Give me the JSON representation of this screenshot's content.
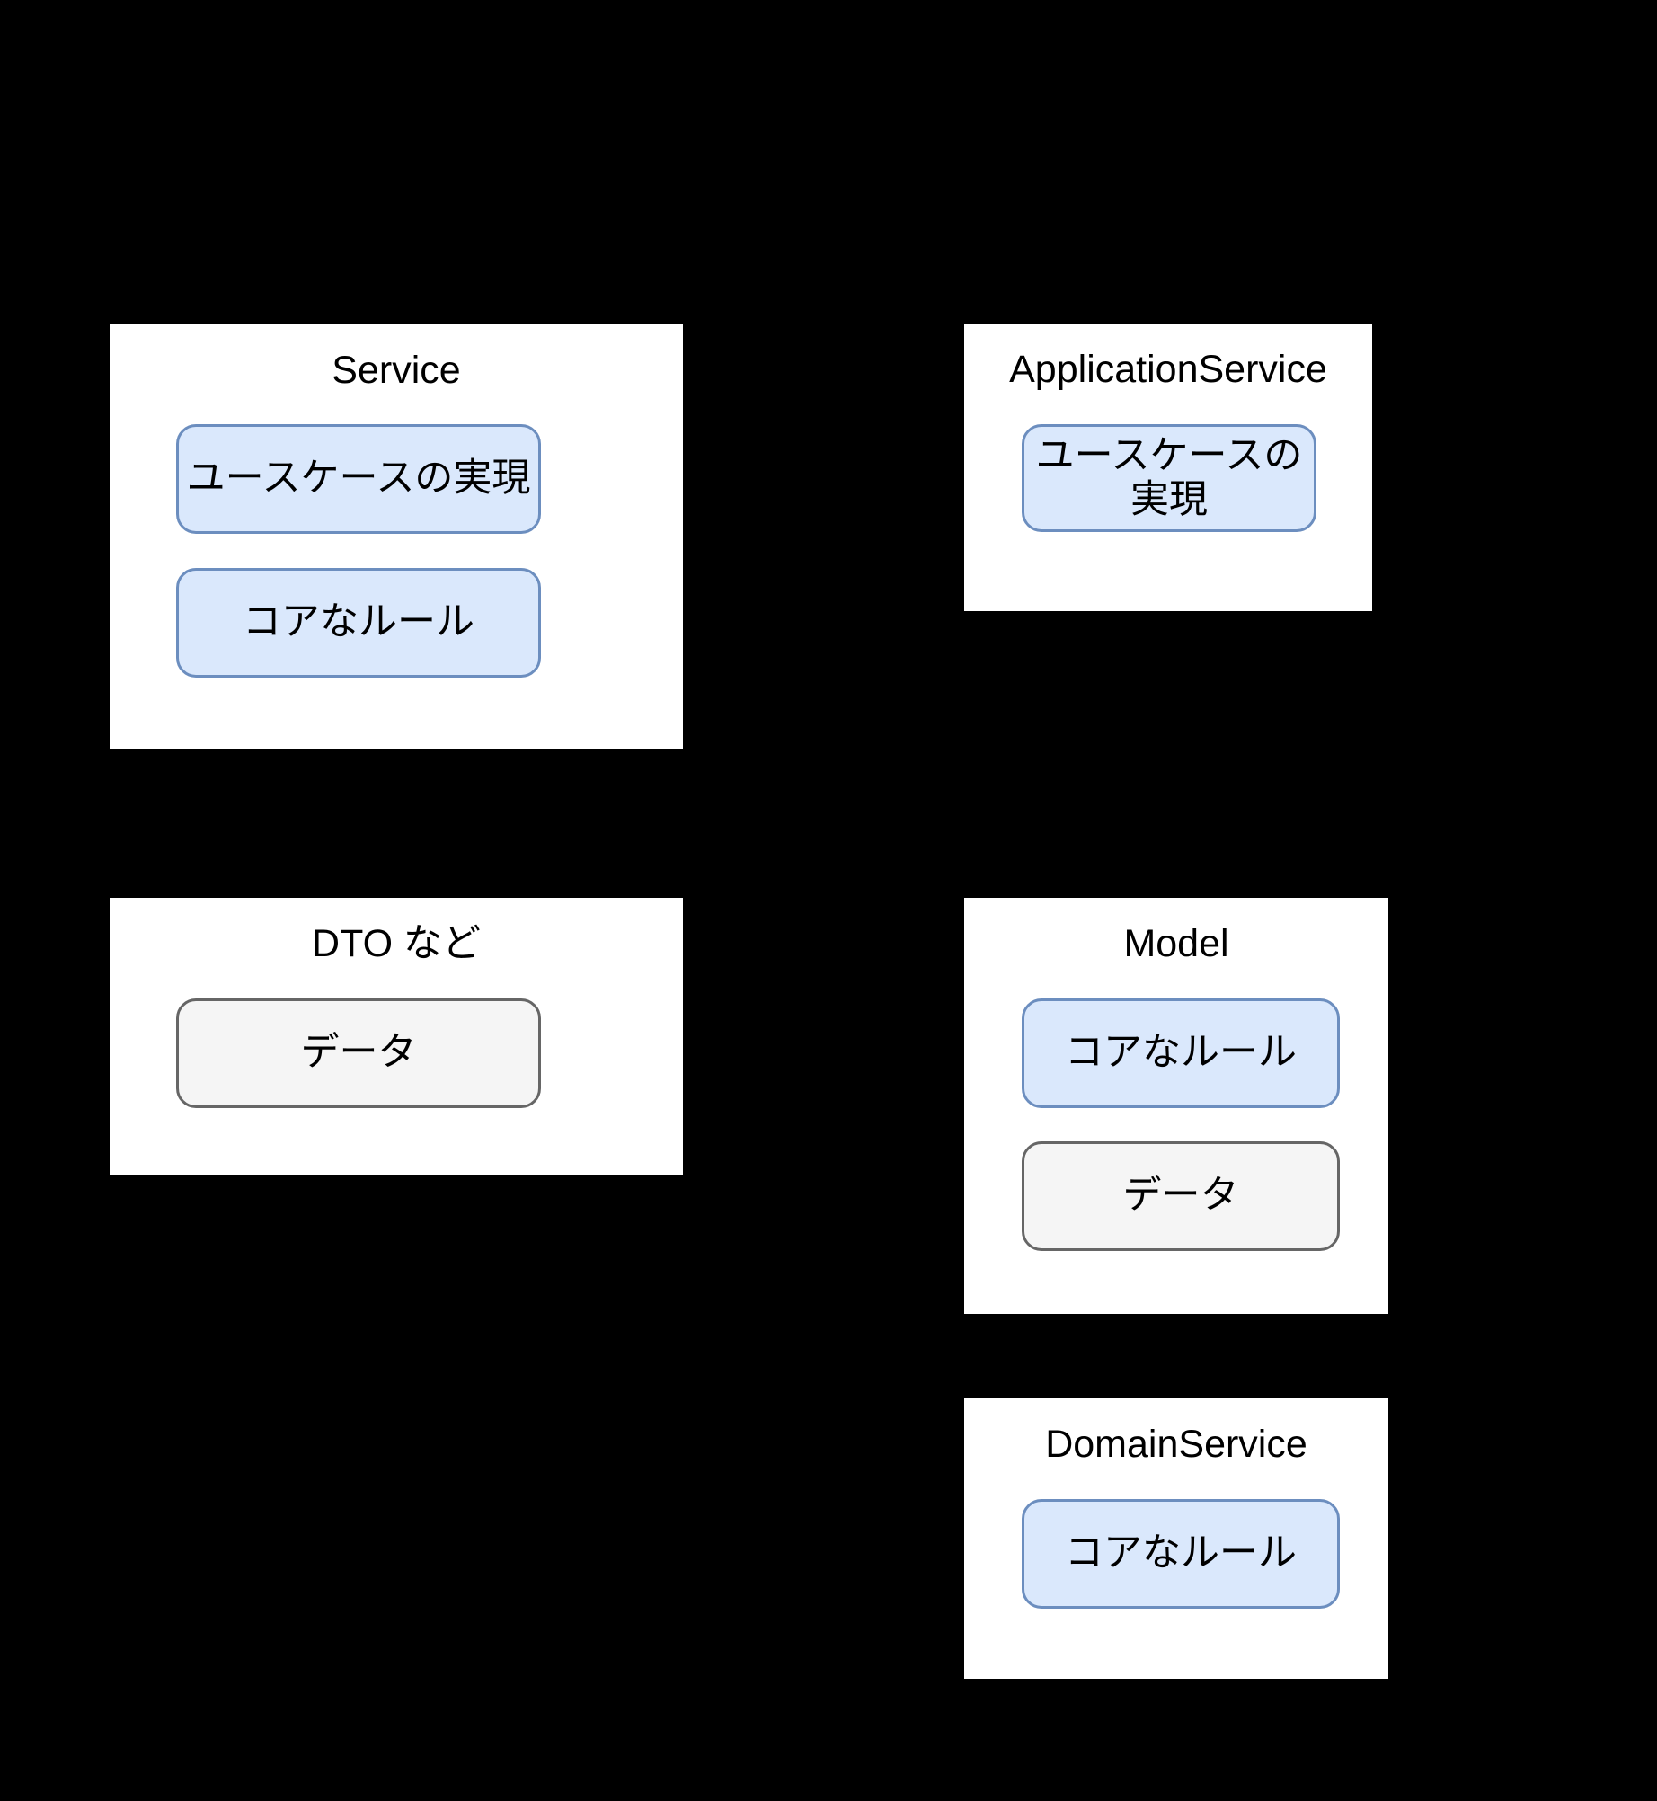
{
  "background_color": "#000000",
  "palette": {
    "card_background": "#ffffff",
    "chip_blue_fill": "#dae8fc",
    "chip_blue_border": "#6c8ebf",
    "chip_gray_fill": "#f5f5f5",
    "chip_gray_border": "#666666",
    "text_color": "#000000"
  },
  "cards": {
    "service": {
      "title": "Service",
      "chips": [
        {
          "label": "ユースケースの実現",
          "style": "blue"
        },
        {
          "label": "コアなルール",
          "style": "blue"
        }
      ]
    },
    "application_service": {
      "title": "ApplicationService",
      "chips": [
        {
          "label": "ユースケースの実現",
          "style": "blue"
        }
      ]
    },
    "dto": {
      "title": "DTO など",
      "chips": [
        {
          "label": "データ",
          "style": "gray"
        }
      ]
    },
    "model": {
      "title": "Model",
      "chips": [
        {
          "label": "コアなルール",
          "style": "blue"
        },
        {
          "label": "データ",
          "style": "gray"
        }
      ]
    },
    "domain_service": {
      "title": "DomainService",
      "chips": [
        {
          "label": "コアなルール",
          "style": "blue"
        }
      ]
    }
  }
}
